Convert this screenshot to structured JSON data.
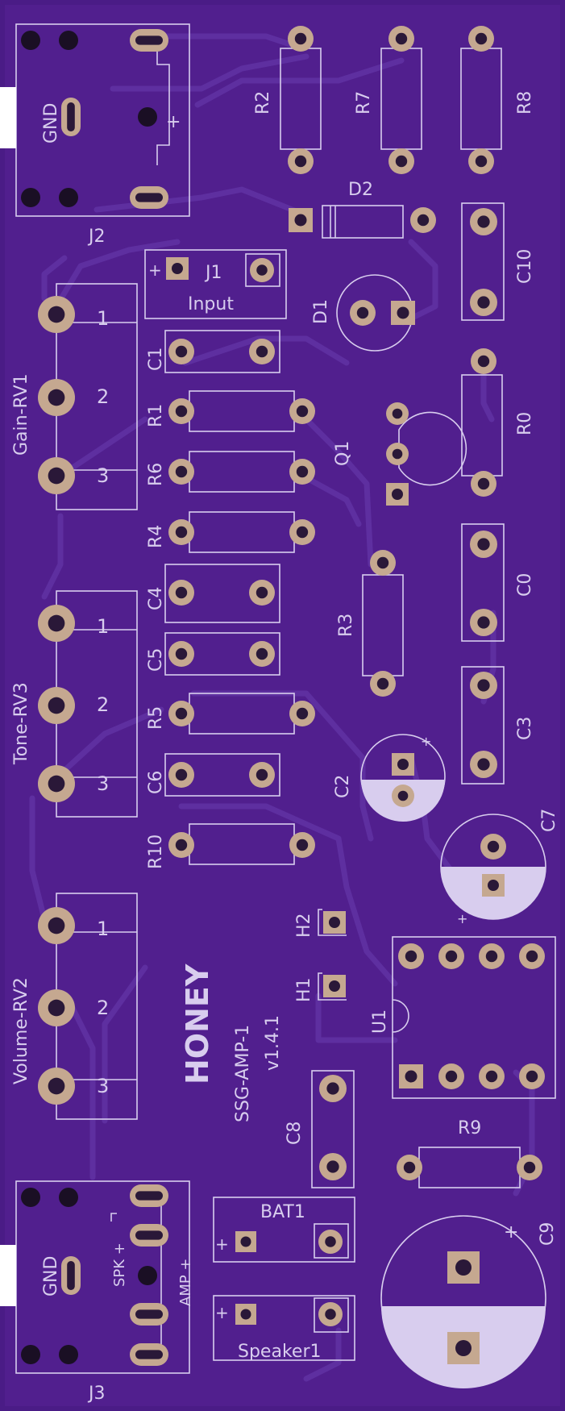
{
  "board": {
    "colors": {
      "board": "#4a1c86",
      "copper_fill": "#5b2b9a",
      "trace": "#5e2fa0",
      "silkscreen": "#d8cdee",
      "pad": "#c5a890",
      "hole": "#2a1838"
    },
    "title": "HONEY",
    "subtitle": "SSG-AMP-1",
    "version": "v1.4.1"
  },
  "labels": {
    "J2": "J2",
    "J3": "J3",
    "J1": "J1",
    "input": "Input",
    "gnd_top": "GND",
    "gnd_bottom": "GND",
    "plus": "+",
    "spk": "SPK +",
    "amp": "AMP +",
    "R2": "R2",
    "R7": "R7",
    "R8": "R8",
    "D2": "D2",
    "C10": "C10",
    "D1": "D1",
    "R0": "R0",
    "Q1": "Q1",
    "C0": "C0",
    "R3": "R3",
    "C3": "C3",
    "C2": "C2",
    "C7": "C7",
    "gain": "Gain-RV1",
    "tone": "Tone-RV3",
    "volume": "Volume-RV2",
    "C1": "C1",
    "R1": "R1",
    "R6": "R6",
    "R4": "R4",
    "C4": "C4",
    "C5": "C5",
    "R5": "R5",
    "C6": "C6",
    "R10": "R10",
    "H1": "H1",
    "H2": "H2",
    "U1": "U1",
    "C8": "C8",
    "R9": "R9",
    "C9": "C9",
    "BAT1": "BAT1",
    "speaker": "Speaker1",
    "pin1": "1",
    "pin2": "2",
    "pin3": "3"
  }
}
